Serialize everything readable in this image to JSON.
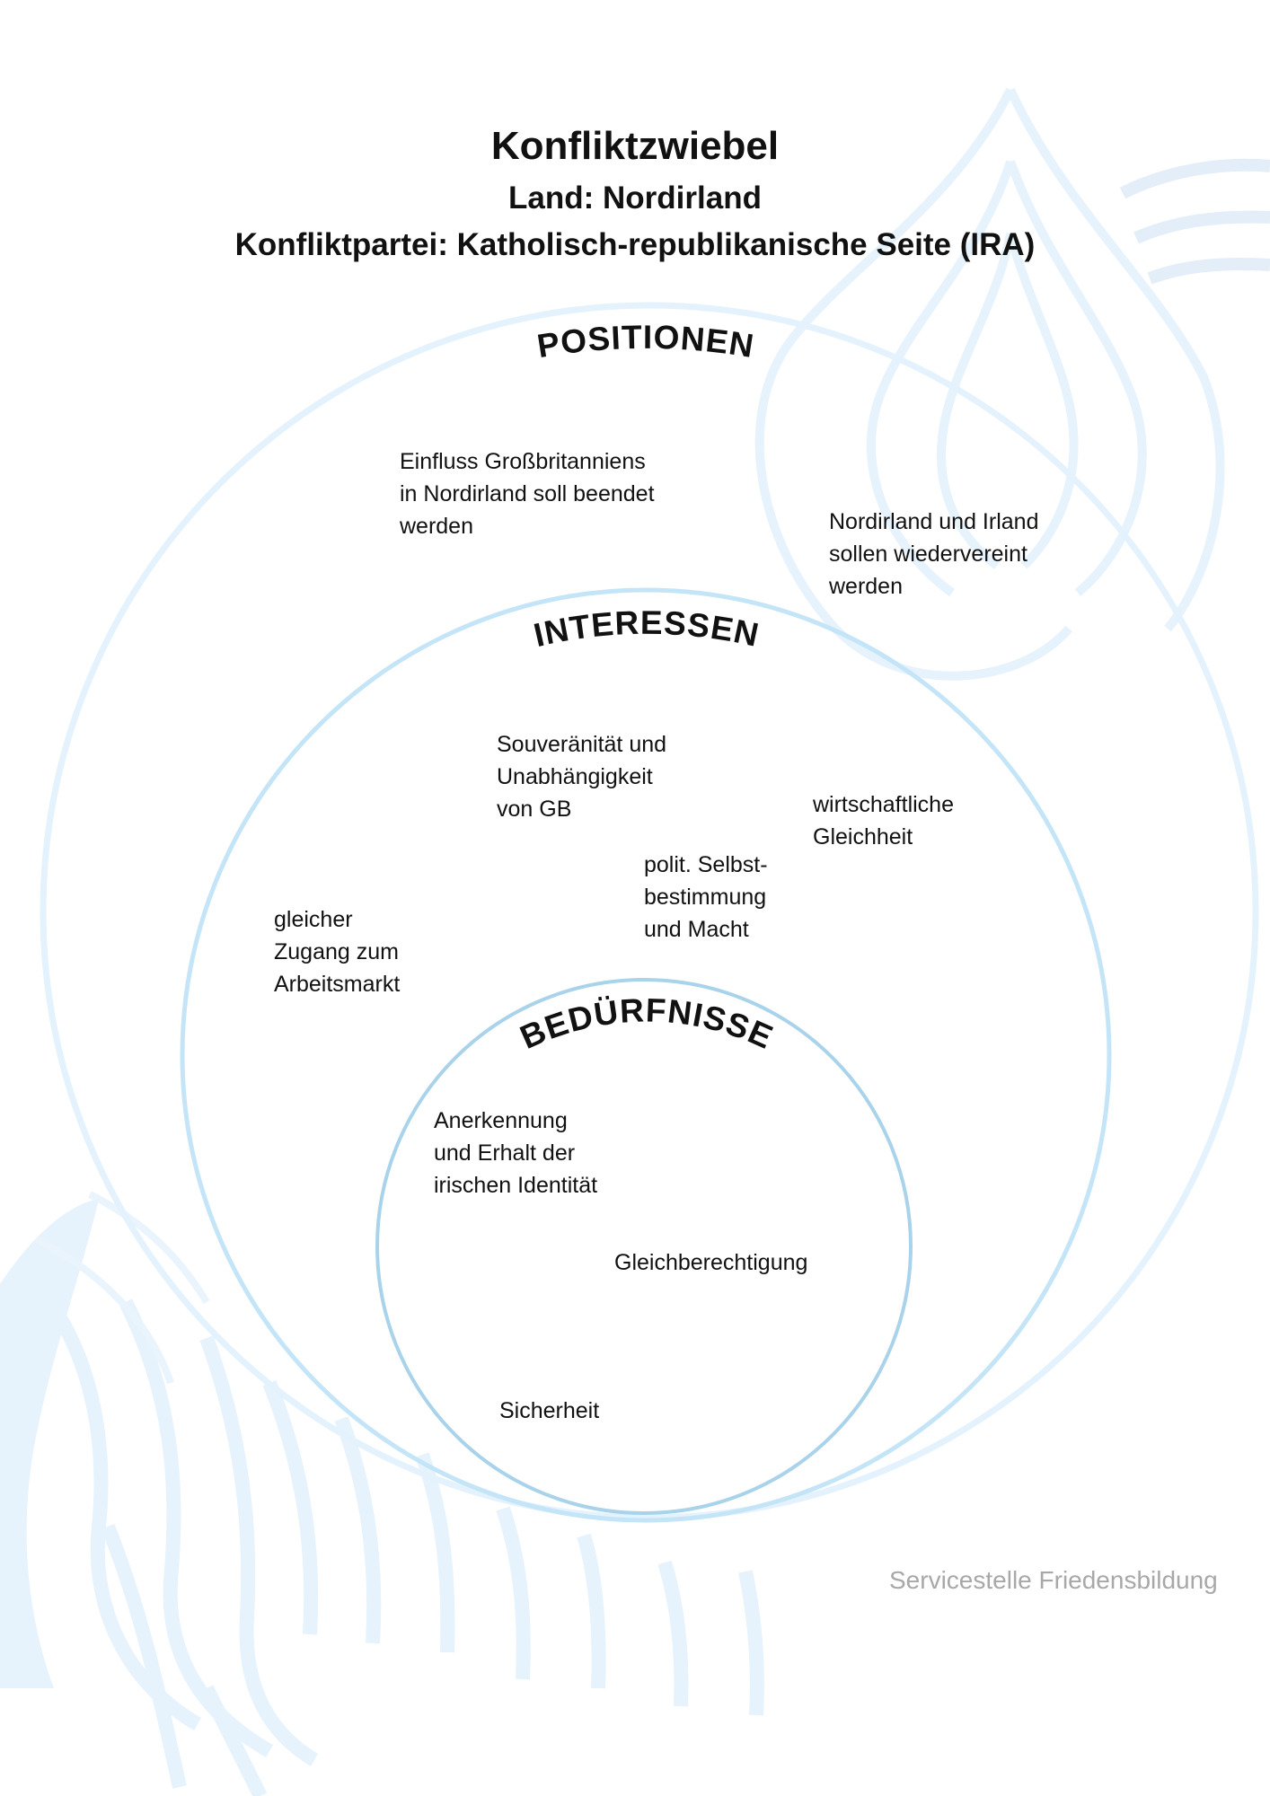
{
  "header": {
    "title": "Konfliktzwiebel",
    "country": "Land: Nordirland",
    "party": "Konfliktpartei: Katholisch-republikanische Seite (IRA)"
  },
  "rings": {
    "positions": {
      "label": "POSITIONEN",
      "items": [
        "Einfluss Großbritanniens\nin Nordirland soll beendet\nwerden",
        "Nordirland und Irland\nsollen wiedervereint\nwerden"
      ]
    },
    "interests": {
      "label": "INTERESSEN",
      "items": [
        "Souveränität und\nUnabhängigkeit\nvon GB",
        "wirtschaftliche\nGleichheit",
        "polit. Selbst-\nbestimmung\nund Macht",
        "gleicher\nZugang zum\nArbeitsmarkt"
      ]
    },
    "needs": {
      "label": "BEDÜRFNISSE",
      "items": [
        "Anerkennung\nund Erhalt der\nirischen Identität",
        "Gleichberechtigung",
        "Sicherheit"
      ]
    }
  },
  "footer": "Servicestelle Friedensbildung",
  "colors": {
    "ring_outer": "#e3f2fc",
    "ring_middle": "#c4e5f7",
    "ring_inner": "#a9d3ea",
    "background_onion": "#e8f3fc",
    "footer_text": "#a8a8a8"
  }
}
